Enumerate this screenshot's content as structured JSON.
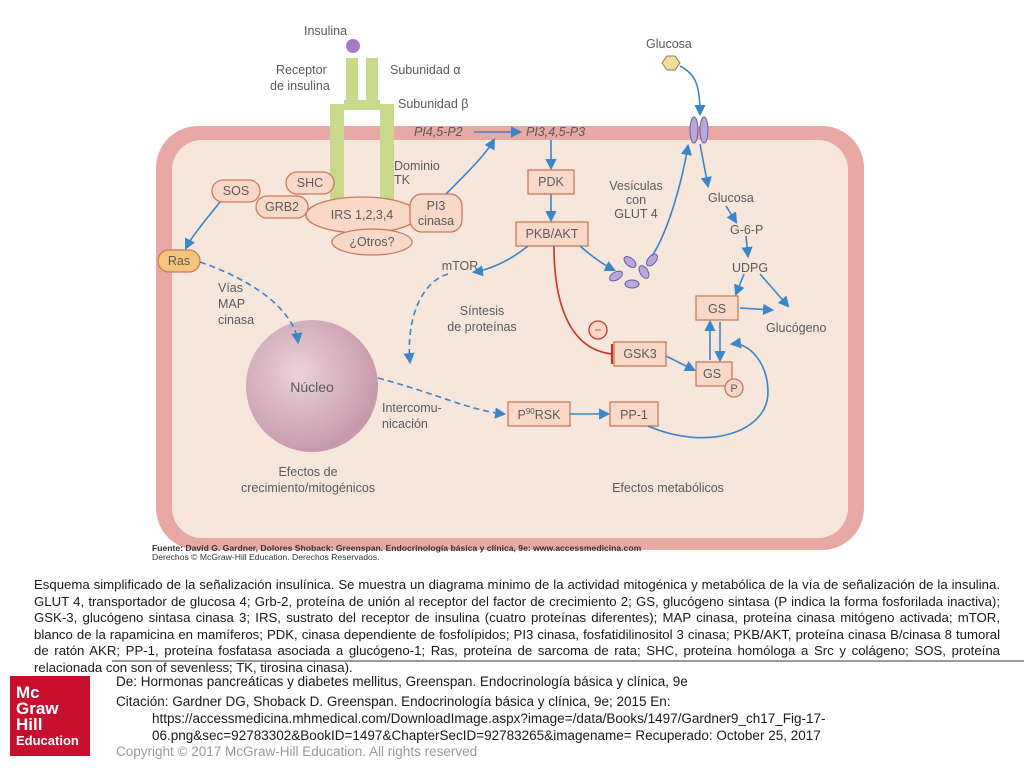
{
  "figure": {
    "labels": {
      "insulina": "Insulina",
      "receptor_1": "Receptor",
      "receptor_2": "de insulina",
      "subunidad_alpha": "Subunidad α",
      "subunidad_beta": "Subunidad β",
      "glucosa_top": "Glucosa",
      "pi45": "PI4,5-P2",
      "pi345": "PI3,4,5-P3",
      "dominio_1": "Dominio",
      "dominio_2": "TK",
      "sos": "SOS",
      "shc": "SHC",
      "grb2": "GRB2",
      "irs": "IRS 1,2,3,4",
      "pi3_1": "PI3",
      "pi3_2": "cinasa",
      "otros": "¿Otros?",
      "pdk": "PDK",
      "pkb": "PKB/AKT",
      "vesic_1": "Vesículas",
      "vesic_2": "con",
      "vesic_3": "GLUT 4",
      "glucosa_in": "Glucosa",
      "g6p": "G-6-P",
      "udpg": "UDPG",
      "ras": "Ras",
      "mtor": "mTOR",
      "vias_1": "Vías",
      "vias_2": "MAP",
      "vias_3": "cinasa",
      "sintesis_1": "Síntesis",
      "sintesis_2": "de proteínas",
      "gs": "GS",
      "gs_p": "GS",
      "p_badge": "P",
      "minus": "−",
      "gsk3": "GSK3",
      "glucogeno": "Glucógeno",
      "nucleo": "Núcleo",
      "inter_1": "Intercomu-",
      "inter_2": "nicación",
      "p90_p": "P",
      "p90_sup": "90",
      "p90_rsk": "RSK",
      "pp1": "PP-1",
      "efectos_crec_1": "Efectos de",
      "efectos_crec_2": "crecimiento/mitogénicos",
      "efectos_met": "Efectos metabólicos"
    },
    "source_1": "Fuente: David G. Gardner, Dolores Shoback: Greenspan. Endocrinología básica y clínica, 9e: www.accessmedicina.com",
    "source_2": "Derechos © McGraw-Hill Education. Derechos Reservados."
  },
  "caption": "Esquema simplificado de la señalización insulínica. Se muestra un diagrama mínimo de la actividad mitogénica y metabólica de la vía de señalización de la insulina. GLUT 4, transportador de glucosa 4; Grb-2, proteína de unión al receptor del factor de crecimiento 2; GS, glucógeno sintasa (P indica la forma fosforilada inactiva); GSK-3, glucógeno sintasa cinasa 3; IRS, sustrato del receptor de insulina (cuatro proteínas diferentes); MAP cinasa, proteína cinasa mitógeno activada; mTOR, blanco de la rapamicina en mamíferos; PDK, cinasa dependiente de fosfolípidos; PI3 cinasa, fosfatidilinositol 3 cinasa; PKB/AKT, proteína cinasa B/cinasa 8 tumoral de ratón AKR; PP-1, proteína fosfatasa asociada a glucógeno-1; Ras, proteína de sarcoma de rata; SHC, proteína homóloga a Src y colágeno; SOS, proteína relacionada con son of sevenless; TK, tirosina cinasa).",
  "logo": {
    "l1": "Mc",
    "l2": "Graw",
    "l3": "Hill",
    "l4": "Education"
  },
  "citation": {
    "from": "De: Hormonas pancreáticas y diabetes mellitus, Greenspan. Endocrinología básica y clínica, 9e",
    "cite": "Citación: Gardner DG, Shoback D. Greenspan. Endocrinología básica y clínica, 9e; 2015 En: https://accessmedicina.mhmedical.com/DownloadImage.aspx?image=/data/Books/1497/Gardner9_ch17_Fig-17-06.png&sec=92783302&BookID=1497&ChapterSecID=92783265&imagename= Recuperado: October 25, 2017",
    "copyright": "Copyright © 2017 McGraw-Hill Education. All rights reserved"
  },
  "colors": {
    "cell_border": "#e8a8a4",
    "cytoplasm": "#f6e6dc",
    "receptor": "#c9d98c",
    "box_fill": "#f9d8c8",
    "box_stroke": "#c77a5a",
    "arrow_blue": "#3a86c8",
    "inhibit_red": "#c0392b",
    "ras_fill": "#f5c67a",
    "insulin": "#a77bc4",
    "brand": "#c8102e"
  }
}
